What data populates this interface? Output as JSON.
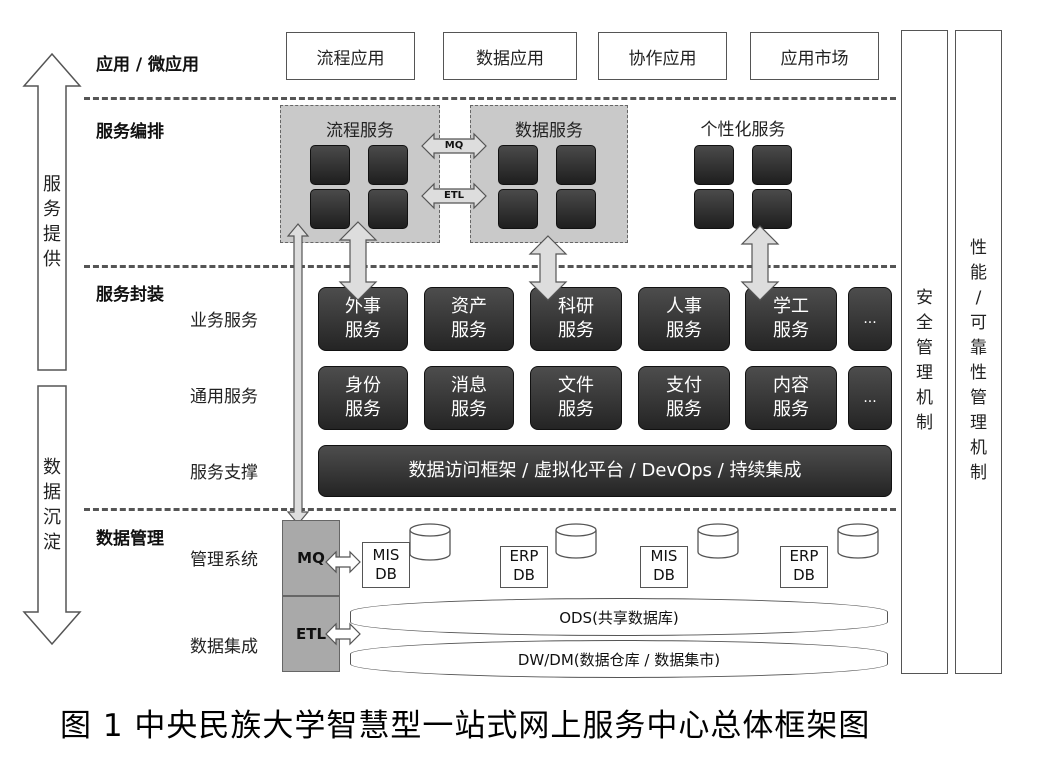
{
  "layers": {
    "app": "应用 / 微应用",
    "orchestration": "服务编排",
    "encapsulation": "服务封装",
    "data_mgmt": "数据管理"
  },
  "left_arrows": {
    "service_provide": [
      "服",
      "务",
      "提",
      "供"
    ],
    "data_sink": [
      "数",
      "据",
      "沉",
      "淀"
    ]
  },
  "apps": [
    "流程应用",
    "数据应用",
    "协作应用",
    "应用市场"
  ],
  "orchestration": {
    "flow": "流程服务",
    "data": "数据服务",
    "personal": "个性化服务",
    "mq": "MQ",
    "etl": "ETL"
  },
  "sub_labels": {
    "business": "业务服务",
    "common": "通用服务",
    "support": "服务支撑",
    "mgmt_sys": "管理系统",
    "integration": "数据集成"
  },
  "business_services": [
    {
      "l1": "外事",
      "l2": "服务"
    },
    {
      "l1": "资产",
      "l2": "服务"
    },
    {
      "l1": "科研",
      "l2": "服务"
    },
    {
      "l1": "人事",
      "l2": "服务"
    },
    {
      "l1": "学工",
      "l2": "服务"
    },
    {
      "l1": "...",
      "l2": ""
    }
  ],
  "common_services": [
    {
      "l1": "身份",
      "l2": "服务"
    },
    {
      "l1": "消息",
      "l2": "服务"
    },
    {
      "l1": "文件",
      "l2": "服务"
    },
    {
      "l1": "支付",
      "l2": "服务"
    },
    {
      "l1": "内容",
      "l2": "服务"
    },
    {
      "l1": "...",
      "l2": ""
    }
  ],
  "support_bar": "数据访问框架 / 虚拟化平台 / DevOps / 持续集成",
  "data_systems": [
    {
      "l1": "MIS",
      "l2": "DB"
    },
    {
      "l1": "ERP",
      "l2": "DB"
    },
    {
      "l1": "MIS",
      "l2": "DB"
    },
    {
      "l1": "ERP",
      "l2": "DB"
    }
  ],
  "mq_box": "MQ",
  "etl_box": "ETL",
  "ods": "ODS(共享数据库)",
  "dw": "DW/DM(数据仓库 / 数据集市)",
  "right_bars": {
    "security": [
      "安",
      "全",
      "管",
      "理",
      "机",
      "制"
    ],
    "performance": [
      "性",
      "能",
      "/",
      "可",
      "靠",
      "性",
      "管",
      "理",
      "机",
      "制"
    ]
  },
  "caption": "图 1   中央民族大学智慧型一站式网上服务中心总体框架图"
}
